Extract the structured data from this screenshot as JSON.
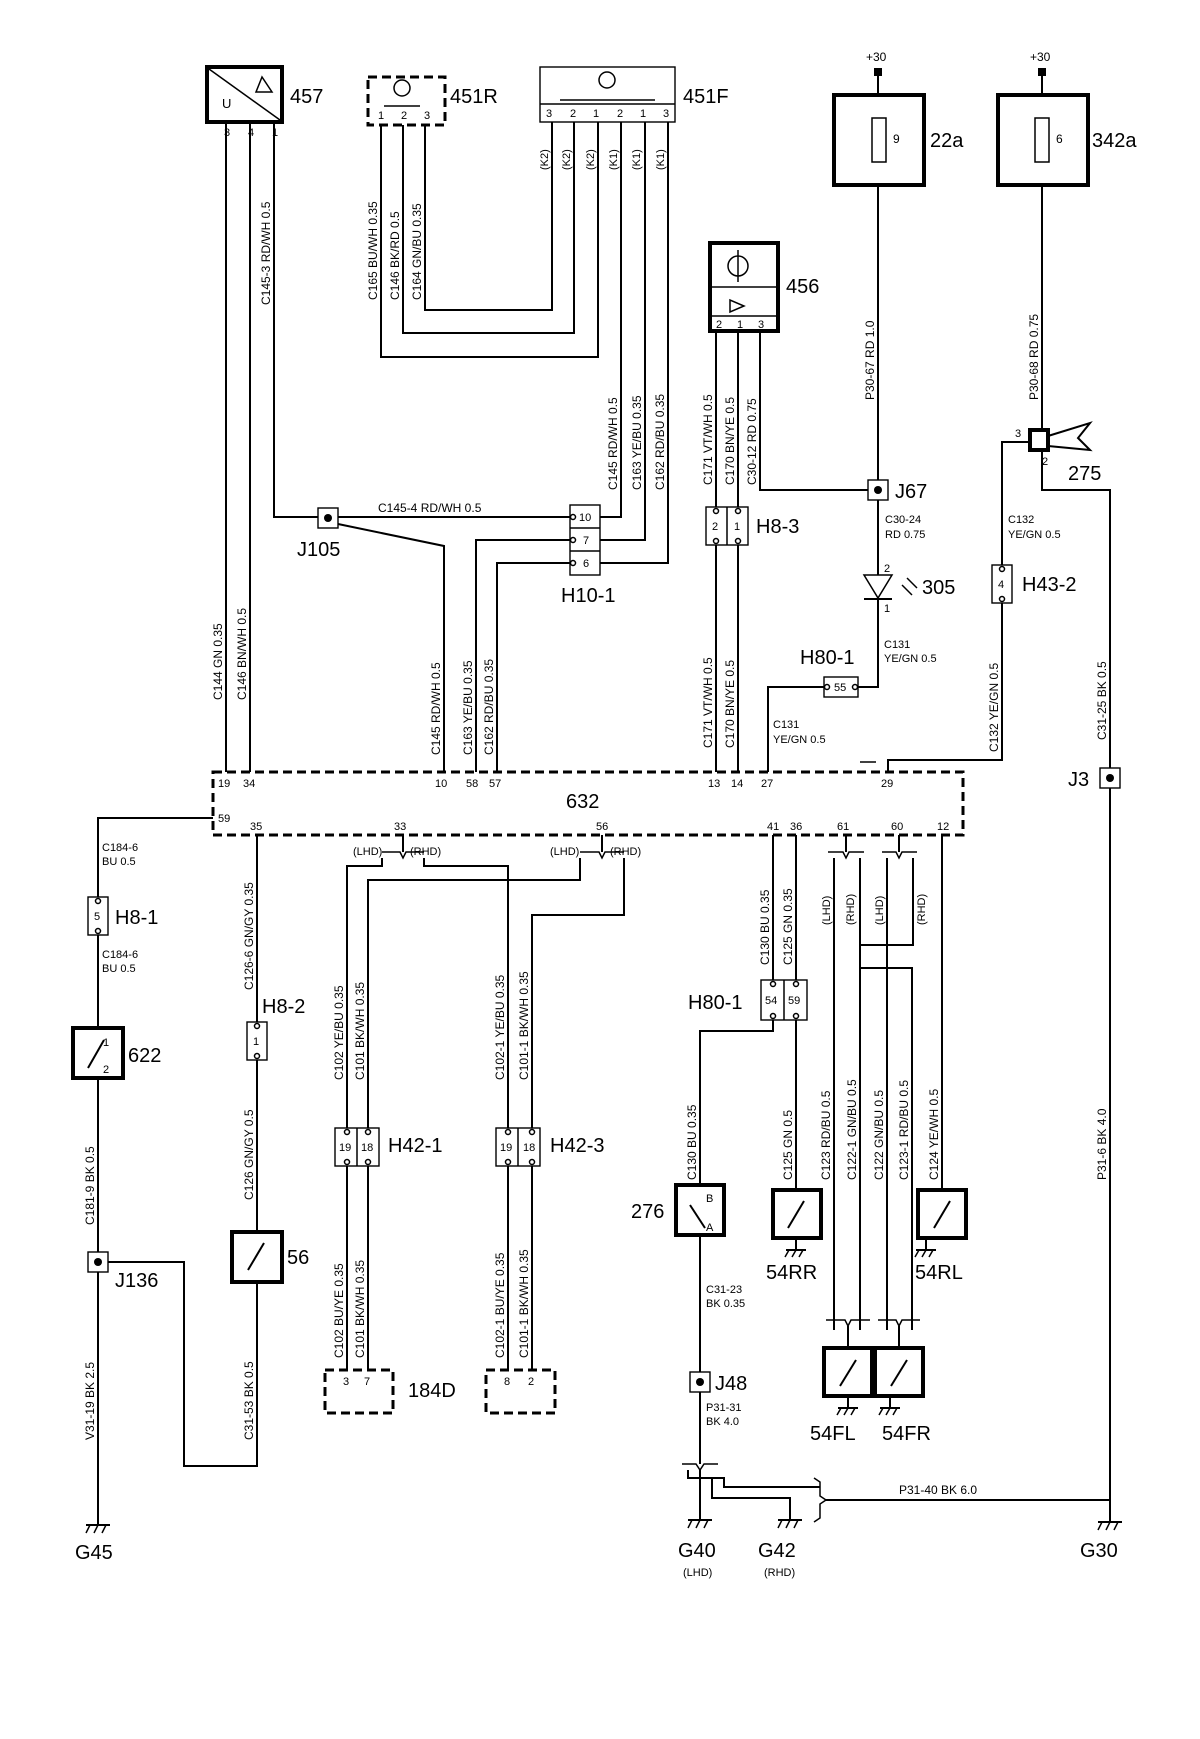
{
  "components": {
    "c457": "457",
    "c451r": "451R",
    "c451f": "451F",
    "c456": "456",
    "c22a": "22a",
    "c342a": "342a",
    "c275": "275",
    "c305": "305",
    "c632": "632",
    "c622": "622",
    "c56": "56",
    "c276": "276",
    "c54rr": "54RR",
    "c54rl": "54RL",
    "c54fl": "54FL",
    "c54fr": "54FR",
    "c184d": "184D",
    "fuse22a": "9",
    "fuse342a": "6",
    "plus30a": "+30",
    "plus30b": "+30",
    "sensor_u": "U"
  },
  "connectors": {
    "J105": "J105",
    "J67": "J67",
    "J3": "J3",
    "J136": "J136",
    "J48": "J48",
    "H10_1": "H10-1",
    "H8_3": "H8-3",
    "H80_1a": "H80-1",
    "H80_1b": "H80-1",
    "H43_2": "H43-2",
    "H8_1": "H8-1",
    "H8_2": "H8-2",
    "H42_1": "H42-1",
    "H42_3": "H42-3"
  },
  "grounds": {
    "G45": "G45",
    "G40": "G40",
    "G40_note": "(LHD)",
    "G42": "G42",
    "G42_note": "(RHD)",
    "G30": "G30"
  },
  "pins": {
    "p457": [
      "3",
      "4",
      "1"
    ],
    "p451r": [
      "1",
      "2",
      "3"
    ],
    "p451f": [
      "3",
      "2",
      "1",
      "2",
      "1",
      "3"
    ],
    "p456": [
      "2",
      "1",
      "3"
    ],
    "h10": [
      "10",
      "7",
      "6"
    ],
    "h83": [
      "2",
      "1"
    ],
    "h80a": "55",
    "h432": "4",
    "p275": [
      "3",
      "2"
    ],
    "d305": [
      "2",
      "1"
    ],
    "m632_top": [
      "19",
      "34",
      "10",
      "58",
      "57",
      "13",
      "14",
      "27",
      "29"
    ],
    "m632_bot": [
      "59",
      "35",
      "33",
      "56",
      "41",
      "36",
      "61",
      "60",
      "12"
    ],
    "h81": "5",
    "h82": "1",
    "h421": [
      "19",
      "18"
    ],
    "h423": [
      "19",
      "18"
    ],
    "h80b": [
      "54",
      "59"
    ],
    "s622": [
      "1",
      "2"
    ],
    "s276": [
      "B",
      "A"
    ],
    "d184": [
      "3",
      "7",
      "8",
      "2"
    ]
  },
  "wires": {
    "w_c165": "C165  BU/WH  0.35",
    "w_c146a": "C146  BK/RD  0.5",
    "w_c164": "C164  GN/BU  0.35",
    "w_c1453": "C145-3  RD/WH  0.5",
    "w_k2a": "(K2)",
    "w_k2b": "(K2)",
    "w_k2c": "(K2)",
    "w_k1a": "(K1)",
    "w_k1b": "(K1)",
    "w_k1c": "(K1)",
    "w_c145t": "C145  RD/WH  0.5",
    "w_c163t": "C163  YE/BU  0.35",
    "w_c162t": "C162  RD/BU  0.35",
    "w_c1454": "C145-4  RD/WH  0.5",
    "w_c171t": "C171  VT/WH  0.5",
    "w_c170t": "C170  BN/YE  0.5",
    "w_c3012": "C30-12  RD  0.75",
    "w_p3067": "P30-67  RD  1.0",
    "w_p3068": "P30-68  RD  0.75",
    "w_c3024a": "C30-24",
    "w_c3024b": "RD 0.75",
    "w_c132a": "C132",
    "w_c132b": "YE/GN  0.5",
    "w_c131a": "C131",
    "w_c131b": "YE/GN  0.5",
    "w_c131c": "C131",
    "w_c131d": "YE/GN  0.5",
    "w_c144": "C144  GN  0.35",
    "w_c146b": "C146  BN/WH  0.5",
    "w_c145b": "C145  RD/WH  0.5",
    "w_c163b": "C163  YE/BU  0.35",
    "w_c162b": "C162  RD/BU  0.35",
    "w_c171b": "C171  VT/WH  0.5",
    "w_c170b": "C170  BN/YE  0.5",
    "w_c132v": "C132  YE/GN  0.5",
    "w_c3125": "C31-25  BK  0.5",
    "w_c1846a": "C184-6",
    "w_c1846b": "BU 0.5",
    "w_c1846c": "C184-6",
    "w_c1846d": "BU 0.5",
    "w_c1819": "C181-9  BK  0.5",
    "w_v3119": "V31-19  BK  2.5",
    "w_c1266": "C126-6  GN/GY  0.35",
    "w_c126": "C126  GN/GY  0.5",
    "w_c3153": "C31-53  BK  0.5",
    "lhd1": "(LHD)",
    "rhd1": "(RHD)",
    "lhd2": "(LHD)",
    "rhd2": "(RHD)",
    "lhd3": "(LHD)",
    "rhd3": "(RHD)",
    "lhd4": "(LHD)",
    "rhd4": "(RHD)",
    "w_c102": "C102  YE/BU  0.35",
    "w_c101": "C101  BK/WH  0.35",
    "w_c1021": "C102-1  YE/BU  0.35",
    "w_c1011": "C101-1  BK/WH  0.35",
    "w_c102b": "C102  BU/YE  0.35",
    "w_c101b": "C101  BK/WH  0.35",
    "w_c1021b": "C102-1  BU/YE  0.35",
    "w_c1011b": "C101-1  BK/WH  0.35",
    "w_c130": "C130  BU  0.35",
    "w_c125": "C125  GN  0.35",
    "w_c130b": "C130  BU  0.35",
    "w_c125b": "C125  GN  0.5",
    "w_c123": "C123  RD/BU  0.5",
    "w_c1221": "C122-1  GN/BU  0.5",
    "w_c122": "C122  GN/BU  0.5",
    "w_c1231": "C123-1  RD/BU  0.5",
    "w_c124": "C124  YE/WH  0.5",
    "w_c3123a": "C31-23",
    "w_c3123b": "BK 0.35",
    "w_p3131a": "P31-31",
    "w_p3131b": "BK 4.0",
    "w_p316": "P31-6  BK  4.0",
    "w_p3140": "P31-40  BK  6.0"
  }
}
